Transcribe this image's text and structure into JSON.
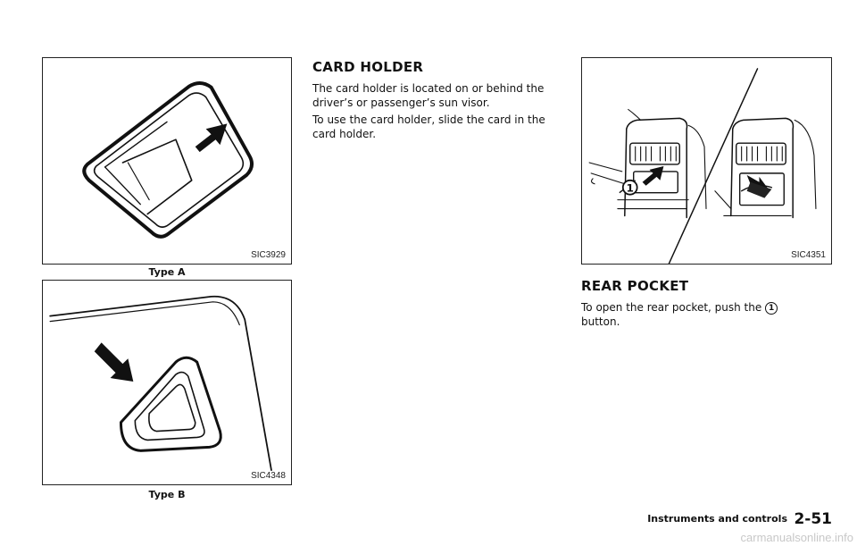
{
  "figures": {
    "type_a": {
      "code": "SIC3929",
      "caption": "Type A"
    },
    "type_b": {
      "code": "SIC4348",
      "caption": "Type B"
    },
    "rear_pocket": {
      "code": "SIC4351",
      "callout": "1"
    }
  },
  "card_holder": {
    "heading": "CARD HOLDER",
    "para1": "The card holder is located on or behind the driver’s or passenger’s sun visor.",
    "para2": "To use the card holder, slide the card in the card holder."
  },
  "rear_pocket": {
    "heading": "REAR POCKET",
    "text_before": "To open the rear pocket, push the",
    "callout": "1",
    "text_after": "button."
  },
  "footer": {
    "section": "Instruments and controls",
    "page": "2-51"
  },
  "watermark": "carmanualsonline.info"
}
